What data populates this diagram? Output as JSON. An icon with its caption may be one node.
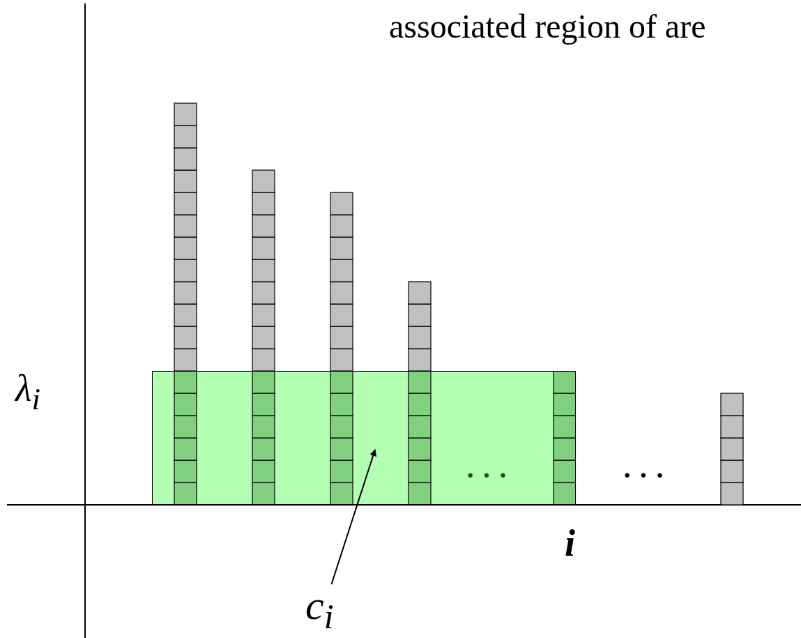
{
  "diagram": {
    "title": "associated region of are",
    "nodes": [
      {
        "text": [
          "c$_{i}$"
        ]
      },
      {
        "text": [],
        "shape": "box"
      }
    ],
    "edges": [
      {
        "from": 0,
        "to": 1,
        "arrow": "to"
      }
    ],
    "labels": [
      "λ$_{i}$",
      "· · ·",
      "· · ·",
      "i"
    ]
  }
}
